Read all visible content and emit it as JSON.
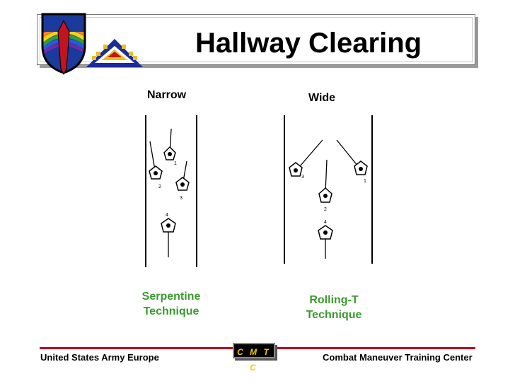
{
  "slide": {
    "title": "Hallway Clearing",
    "narrow_label": "Narrow",
    "wide_label": "Wide",
    "narrow_technique": [
      "Serpentine",
      "Technique"
    ],
    "wide_technique": [
      "Rolling-T",
      "Technique"
    ]
  },
  "diagram_numbers": {
    "narrow": [
      "1",
      "2",
      "3",
      "4"
    ],
    "wide": [
      "3",
      "1",
      "2",
      "4"
    ]
  },
  "footer": {
    "left": "United States Army Europe",
    "badge": "C M T C",
    "right": "Combat Maneuver Training Center"
  },
  "colors": {
    "accent_line": "#b8001e",
    "technique_text": "#3a9b2e",
    "badge_text": "#f5c400"
  },
  "icons": [
    "usareur-shield-icon"
  ]
}
